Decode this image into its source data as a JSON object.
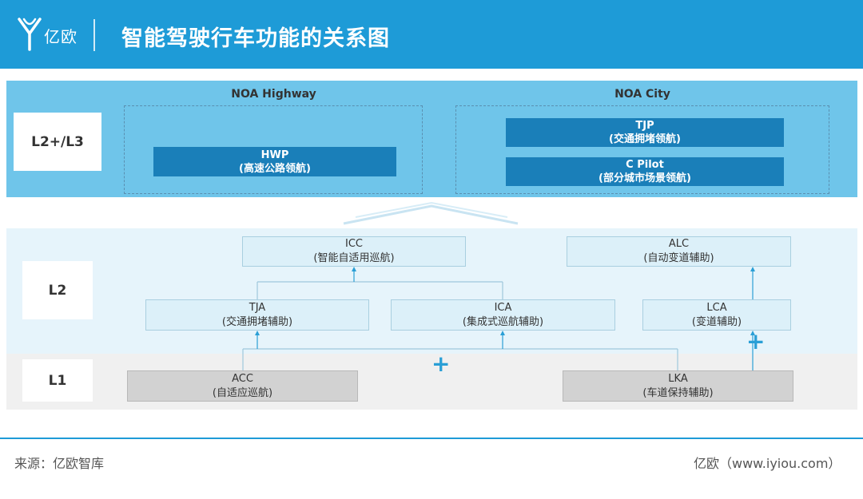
{
  "header": {
    "logo_text": "亿欧",
    "title": "智能驾驶行车功能的关系图"
  },
  "levels": {
    "l2plus": "L2+/L3",
    "l2": "L2",
    "l1": "L1"
  },
  "groups": {
    "highway": "NOA Highway",
    "city": "NOA City"
  },
  "boxes": {
    "hwp": {
      "name": "HWP",
      "desc": "(高速公路领航)"
    },
    "tjp": {
      "name": "TJP",
      "desc": "(交通拥堵领航)"
    },
    "cpilot": {
      "name": "C Pilot",
      "desc": "(部分城市场景领航)"
    },
    "icc": {
      "name": "ICC",
      "desc": "(智能自适用巡航)"
    },
    "alc": {
      "name": "ALC",
      "desc": "(自动变道辅助)"
    },
    "tja": {
      "name": "TJA",
      "desc": "(交通拥堵辅助)"
    },
    "ica": {
      "name": "ICA",
      "desc": "(集成式巡航辅助)"
    },
    "lca": {
      "name": "LCA",
      "desc": "(变道辅助)"
    },
    "acc": {
      "name": "ACC",
      "desc": "(自适应巡航)"
    },
    "lka": {
      "name": "LKA",
      "desc": "(车道保持辅助)"
    }
  },
  "symbols": {
    "plus": "+"
  },
  "footer": {
    "source": "来源：亿欧智库",
    "site": "亿欧（www.iyiou.com）"
  },
  "colors": {
    "header": "#1e9bd7",
    "band_top": "#6fc5ea",
    "dark_box": "#1a7fb9",
    "light_box": "#dcf0f9",
    "gray_box": "#d2d2d2"
  }
}
